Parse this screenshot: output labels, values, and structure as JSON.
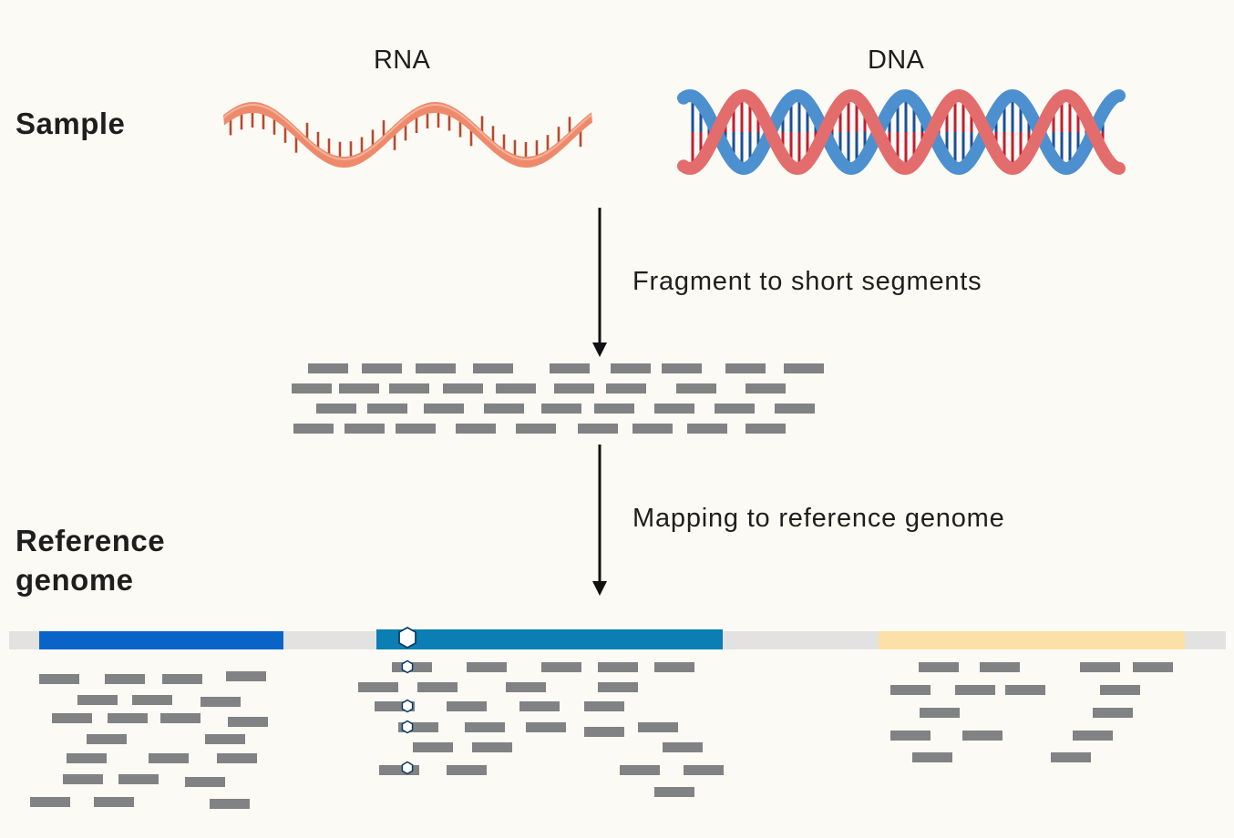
{
  "labels": {
    "sample": "Sample",
    "rna": "RNA",
    "dna": "DNA",
    "step_fragment": "Fragment to short segments",
    "step_mapping": "Mapping to reference genome",
    "reference_line1": "Reference",
    "reference_line2": "genome"
  },
  "colors": {
    "background": "#fcfaf5",
    "rna_strand": "#ee8a6c",
    "rna_base": "#b84a2f",
    "dna_strand_red": "#e36d6d",
    "dna_strand_blue": "#4d90cf",
    "dna_base_red": "#c01f2f",
    "dna_base_blue": "#1b4f95",
    "read": "#808284",
    "genome_backbone": "#e2e2e2",
    "gene_1": "#0a64c8",
    "gene_2": "#0b7fb3",
    "gene_3": "#fbe1a8",
    "variant_marker": "#ffffff",
    "arrow": "#111111"
  },
  "icons": [
    "rna-strand-icon",
    "dna-double-helix-icon",
    "variant-hexagon-icon",
    "down-arrow-icon"
  ]
}
